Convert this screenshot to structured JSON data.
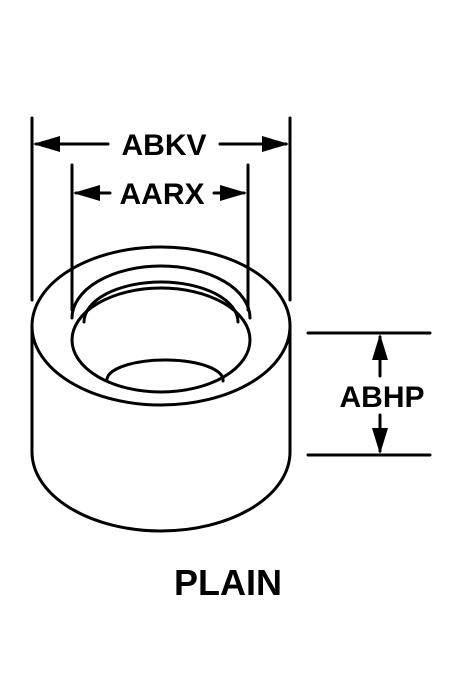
{
  "diagram": {
    "dimensions": {
      "outer_diameter": "ABKV",
      "inner_diameter": "AARX",
      "height": "ABHP"
    },
    "caption": "PLAIN"
  }
}
